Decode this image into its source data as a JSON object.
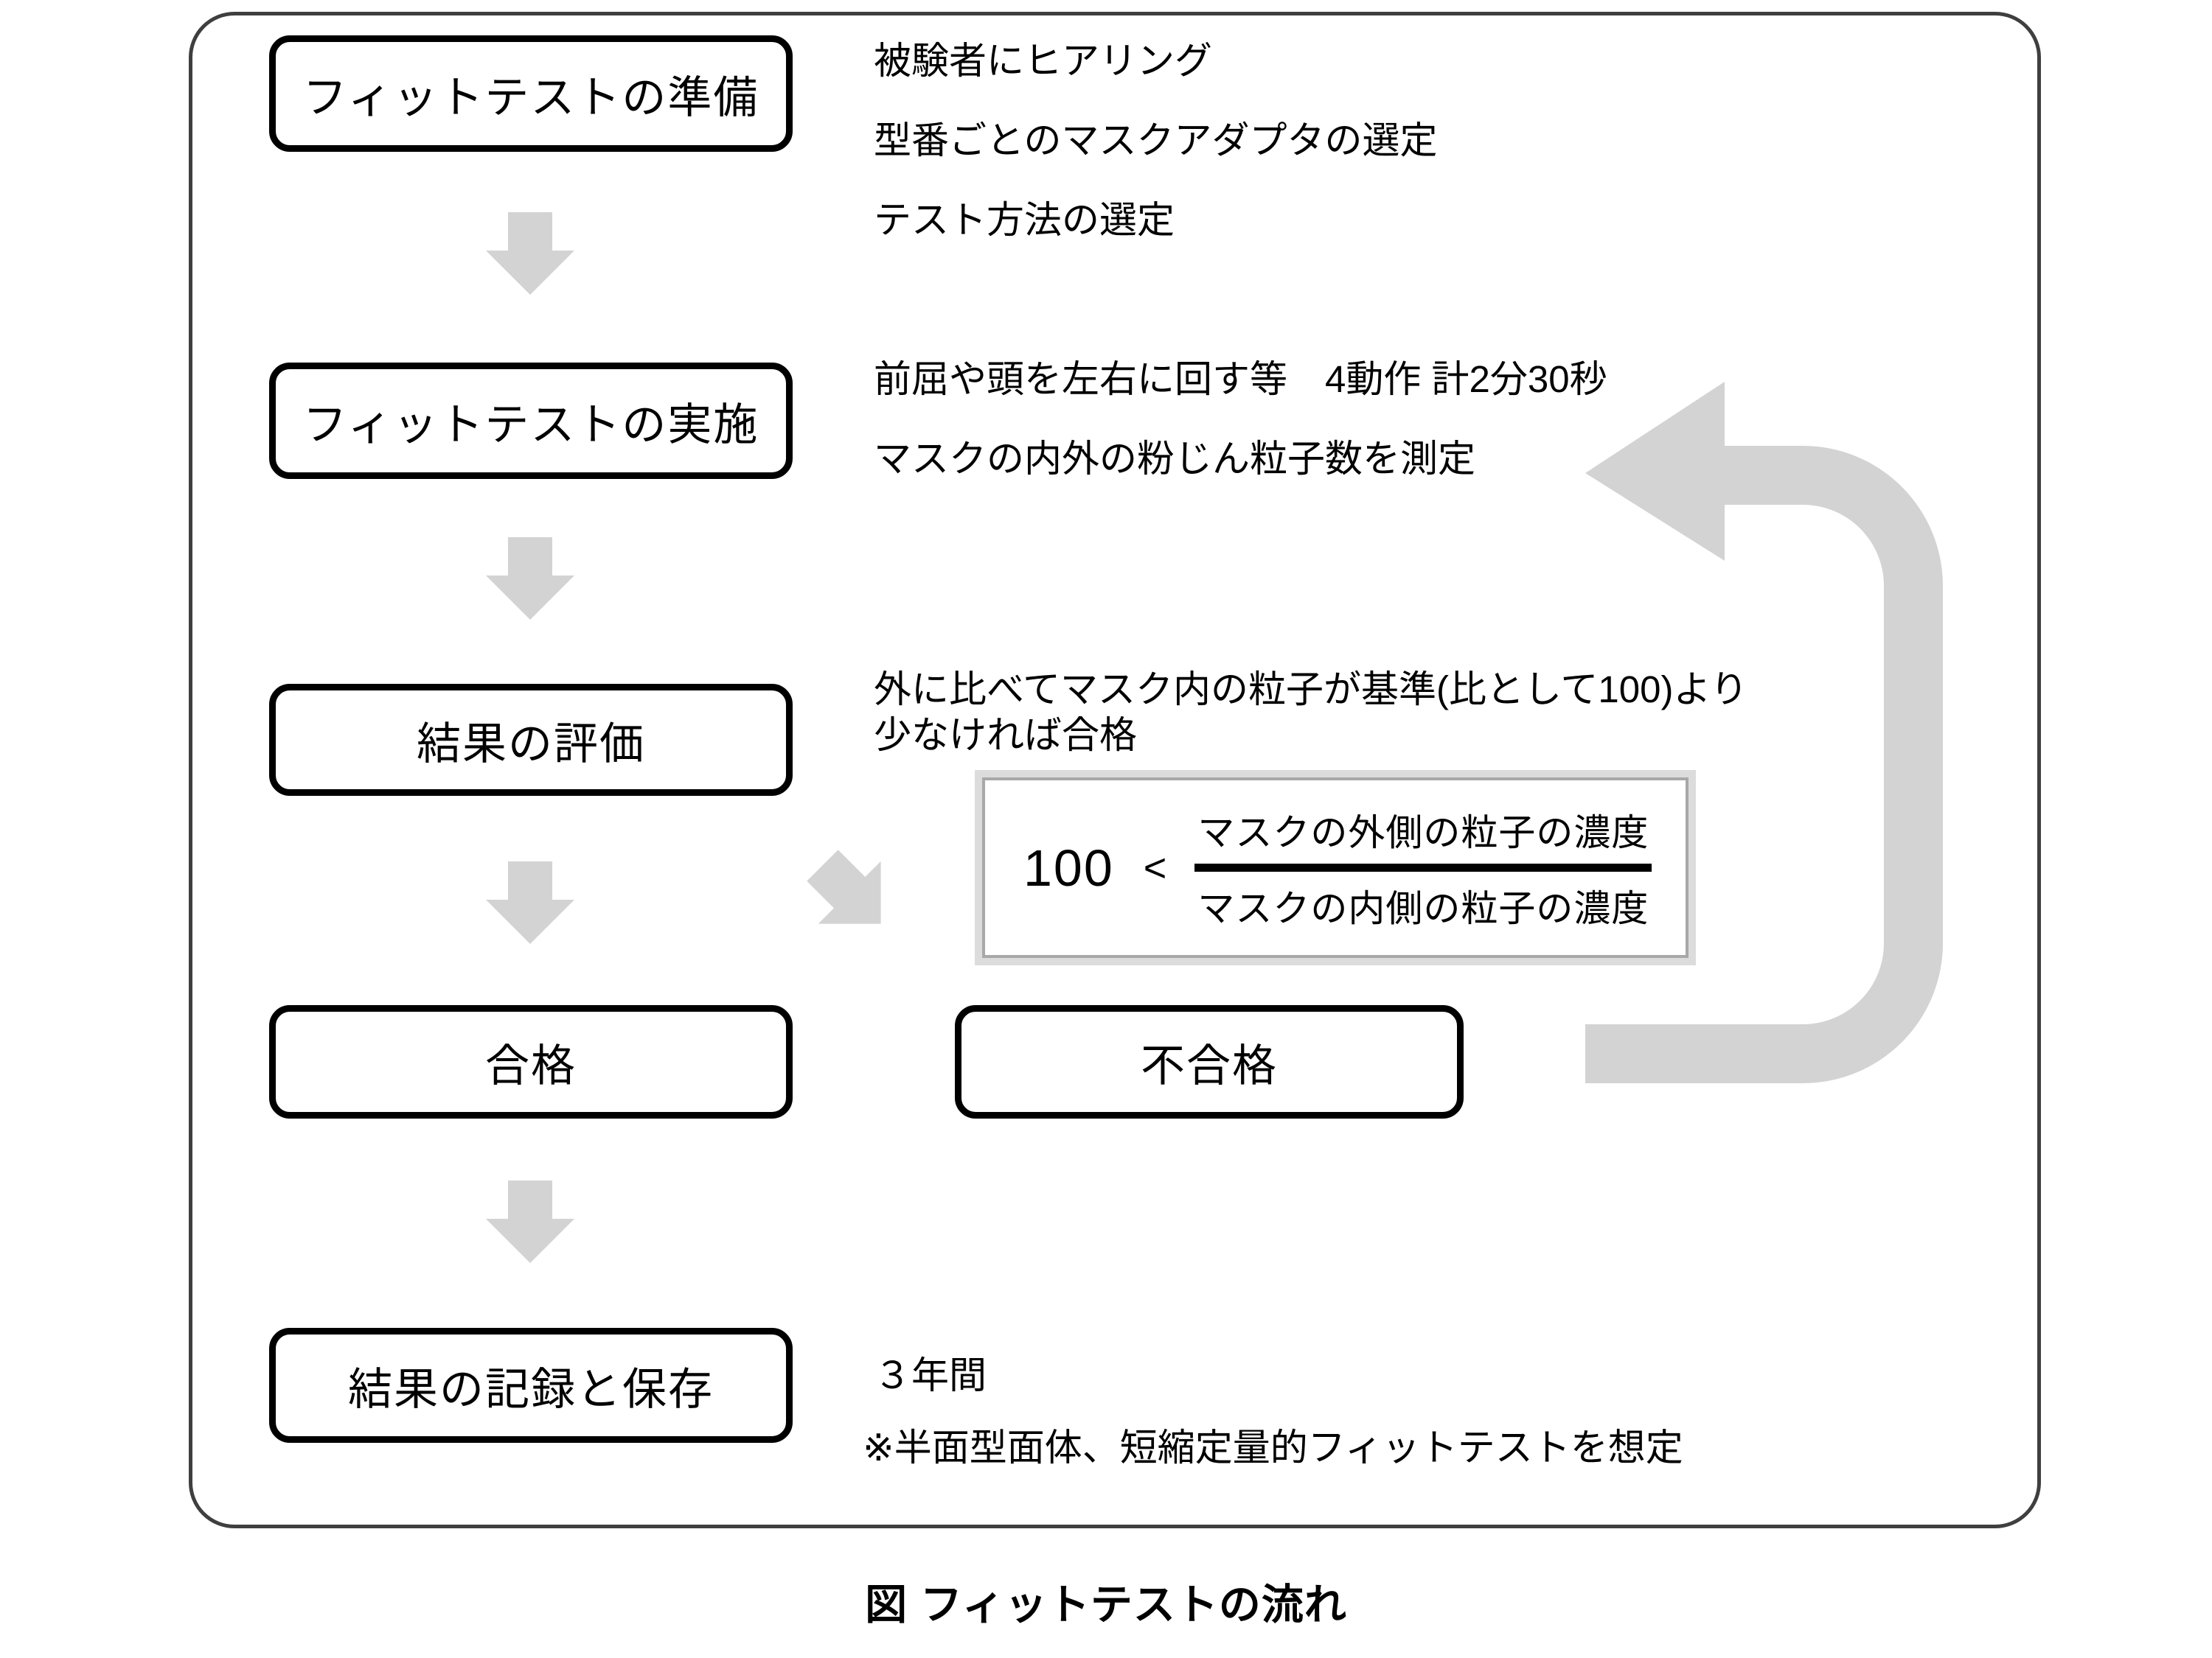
{
  "figure": {
    "caption": "図 フィットテストの流れ"
  },
  "flow": {
    "steps": [
      {
        "id": "prep",
        "label": "フィットテストの準備",
        "notes": [
          "被験者にヒアリング",
          "型番ごとのマスクアダプタの選定",
          "テスト方法の選定"
        ]
      },
      {
        "id": "exec",
        "label": "フィットテストの実施",
        "notes": [
          "前屈や頭を左右に回す等　4動作 計2分30秒",
          "マスクの内外の粉じん粒子数を測定"
        ]
      },
      {
        "id": "eval",
        "label": "結果の評価",
        "notes": [
          "外に比べてマスク内の粒子が基準(比として100)より",
          "少なければ合格"
        ]
      },
      {
        "id": "pass",
        "label": "合格"
      },
      {
        "id": "fail",
        "label": "不合格"
      },
      {
        "id": "record",
        "label": "結果の記録と保存",
        "notes": [
          "３年間",
          "※半面型面体、短縮定量的フィットテストを想定"
        ]
      }
    ],
    "formula": {
      "threshold": "100",
      "operator": "<",
      "numerator": "マスクの外側の粒子の濃度",
      "denominator": "マスクの内側の粒子の濃度"
    }
  },
  "colors": {
    "arrow_gray": "#d3d3d3",
    "box_border": "#000000",
    "outer_border": "#3f3f3f",
    "formula_border_outer": "#dcdcdc",
    "formula_border_inner": "#a8a8a8",
    "text_color": "#000000"
  }
}
